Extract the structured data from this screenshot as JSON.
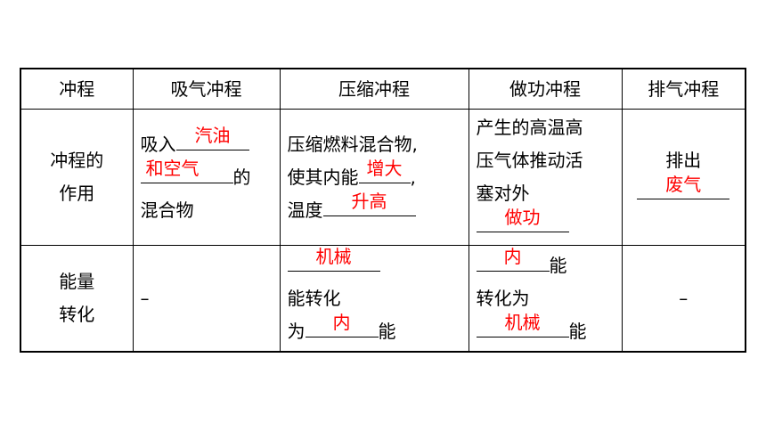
{
  "header": {
    "col0": "冲程",
    "col1": "吸气冲程",
    "col2": "压缩冲程",
    "col3": "做功冲程",
    "col4": "排气冲程"
  },
  "row1": {
    "label_line1": "冲程的",
    "label_line2": "作用",
    "intake": {
      "prefix": "吸入",
      "answer1": "汽油",
      "answer2": "和空气",
      "suffix": "的",
      "line3": "混合物"
    },
    "compression": {
      "line1": "压缩燃料混合物,",
      "line2_prefix": "使其内能",
      "answer1": "增大",
      "line2_suffix": ",",
      "line3_prefix": "温度",
      "answer2": "升高"
    },
    "power": {
      "line1": "产生的高温高",
      "line2": "压气体推动活",
      "line3": "塞对外",
      "answer": "做功"
    },
    "exhaust": {
      "line1": "排出",
      "answer": "废气"
    }
  },
  "row2": {
    "label_line1": "能量",
    "label_line2": "转化",
    "intake": "–",
    "compression": {
      "answer1": "机械",
      "line2": "能转化",
      "line3_prefix": "为",
      "answer2": "内",
      "line3_suffix": "能"
    },
    "power": {
      "answer1": "内",
      "line1_suffix": "能",
      "line2": "转化为",
      "answer2": "机械",
      "line3_suffix": "能"
    },
    "exhaust": "–"
  },
  "colors": {
    "answer": "#ff0000",
    "border": "#000000"
  }
}
